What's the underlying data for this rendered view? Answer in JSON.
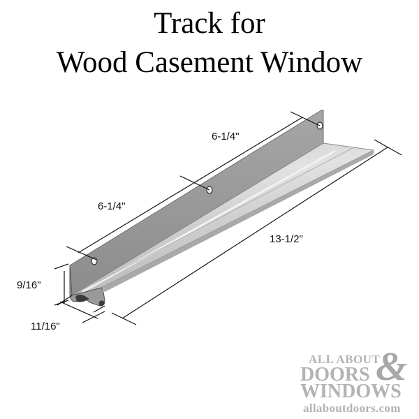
{
  "title": {
    "line1": "Track for",
    "line2": "Wood Casement Window"
  },
  "dimensions": {
    "hole_spacing_right": "6-1/4\"",
    "hole_spacing_left": "6-1/4\"",
    "overall_length": "13-1/2\"",
    "height": "9/16\"",
    "width": "11/16\""
  },
  "logo": {
    "line1": "ALL ABOUT",
    "line2": "DOORS",
    "ampersand": "&",
    "line3": "WINDOWS",
    "url": "allaboutdoors.com"
  },
  "colors": {
    "background": "#ffffff",
    "metal_light": "#d6d6d6",
    "metal_mid": "#bdbdbd",
    "metal_dark": "#8f8f8f",
    "logo_gray": "#b3b3b3",
    "line": "#111111"
  }
}
